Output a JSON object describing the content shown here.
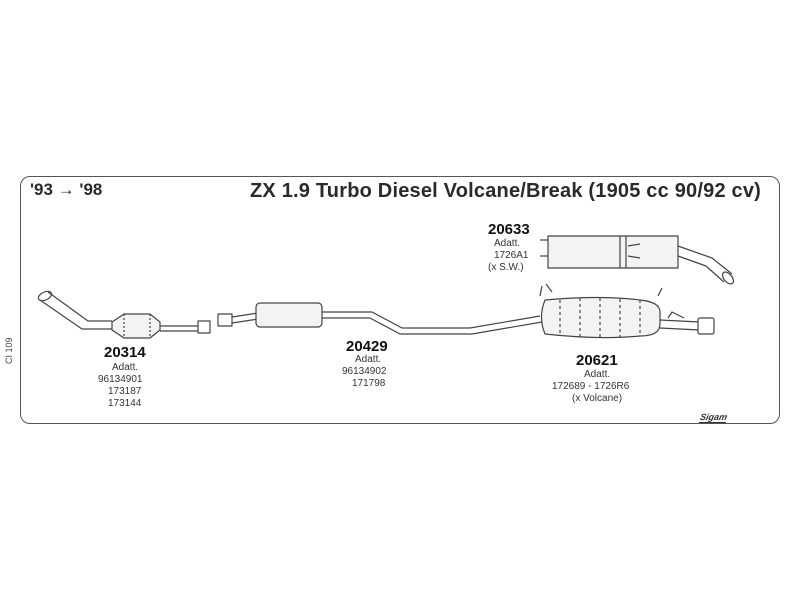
{
  "header": {
    "years": "'93 → '98",
    "title": "ZX 1.9 Turbo Diesel Volcane/Break (1905 cc 90/92 cv)"
  },
  "side_ref": "CI 109",
  "logo": "Sigam",
  "parts": [
    {
      "code": "20314",
      "adatt_label": "Adatt.",
      "refs": [
        "96134901",
        "173187",
        "173144"
      ],
      "note": ""
    },
    {
      "code": "20429",
      "adatt_label": "Adatt.",
      "refs": [
        "96134902",
        "171798"
      ],
      "note": ""
    },
    {
      "code": "20633",
      "adatt_label": "Adatt.",
      "refs": [
        "1726A1"
      ],
      "note": "(x S.W.)"
    },
    {
      "code": "20621",
      "adatt_label": "Adatt.",
      "refs": [
        "172689 - 1726R6"
      ],
      "note": "(x Volcane)"
    }
  ]
}
